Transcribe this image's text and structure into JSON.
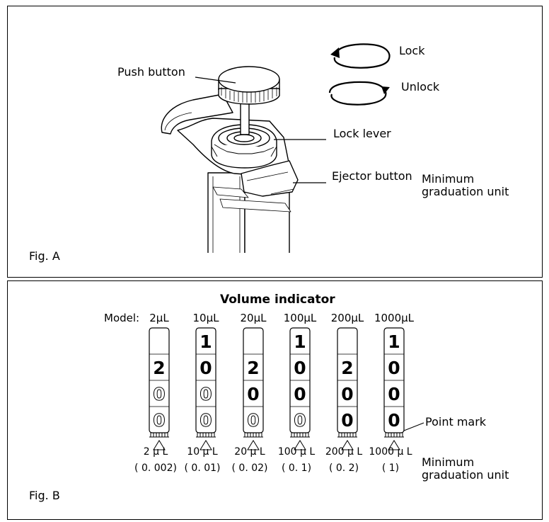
{
  "fig_a": {
    "label": "Fig. A",
    "push_button": "Push button",
    "lock": "Lock",
    "unlock": "Unlock",
    "lock_lever": "Lock lever",
    "ejector_button": "Ejector button",
    "min_grad_line1": "Minimum",
    "min_grad_line2": "graduation unit"
  },
  "fig_b": {
    "label": "Fig. B",
    "title": "Volume indicator",
    "model_label": "Model:",
    "point_mark": "Point mark",
    "min_grad_line1": "Minimum",
    "min_grad_line2": "graduation unit",
    "models": [
      {
        "name": "2µL",
        "digits": [
          "",
          "2",
          "0",
          "0"
        ],
        "outlined": [
          false,
          false,
          true,
          true
        ],
        "caption": "2 µ L",
        "unit": "( 0. 002)"
      },
      {
        "name": "10µL",
        "digits": [
          "1",
          "0",
          "0",
          "0"
        ],
        "outlined": [
          false,
          false,
          true,
          true
        ],
        "caption": "10 µ L",
        "unit": "( 0. 01)"
      },
      {
        "name": "20µL",
        "digits": [
          "",
          "2",
          "0",
          "0"
        ],
        "outlined": [
          false,
          false,
          false,
          true
        ],
        "caption": "20 µ L",
        "unit": "( 0. 02)"
      },
      {
        "name": "100µL",
        "digits": [
          "1",
          "0",
          "0",
          "0"
        ],
        "outlined": [
          false,
          false,
          false,
          true
        ],
        "caption": "100 µ L",
        "unit": "( 0. 1)"
      },
      {
        "name": "200µL",
        "digits": [
          "",
          "2",
          "0",
          "0"
        ],
        "outlined": [
          false,
          false,
          false,
          false
        ],
        "caption": "200 µ L",
        "unit": "( 0. 2)"
      },
      {
        "name": "1000µL",
        "digits": [
          "1",
          "0",
          "0",
          "0"
        ],
        "outlined": [
          false,
          false,
          false,
          false
        ],
        "caption": "1000 µ L",
        "unit": "( 1)"
      }
    ]
  }
}
